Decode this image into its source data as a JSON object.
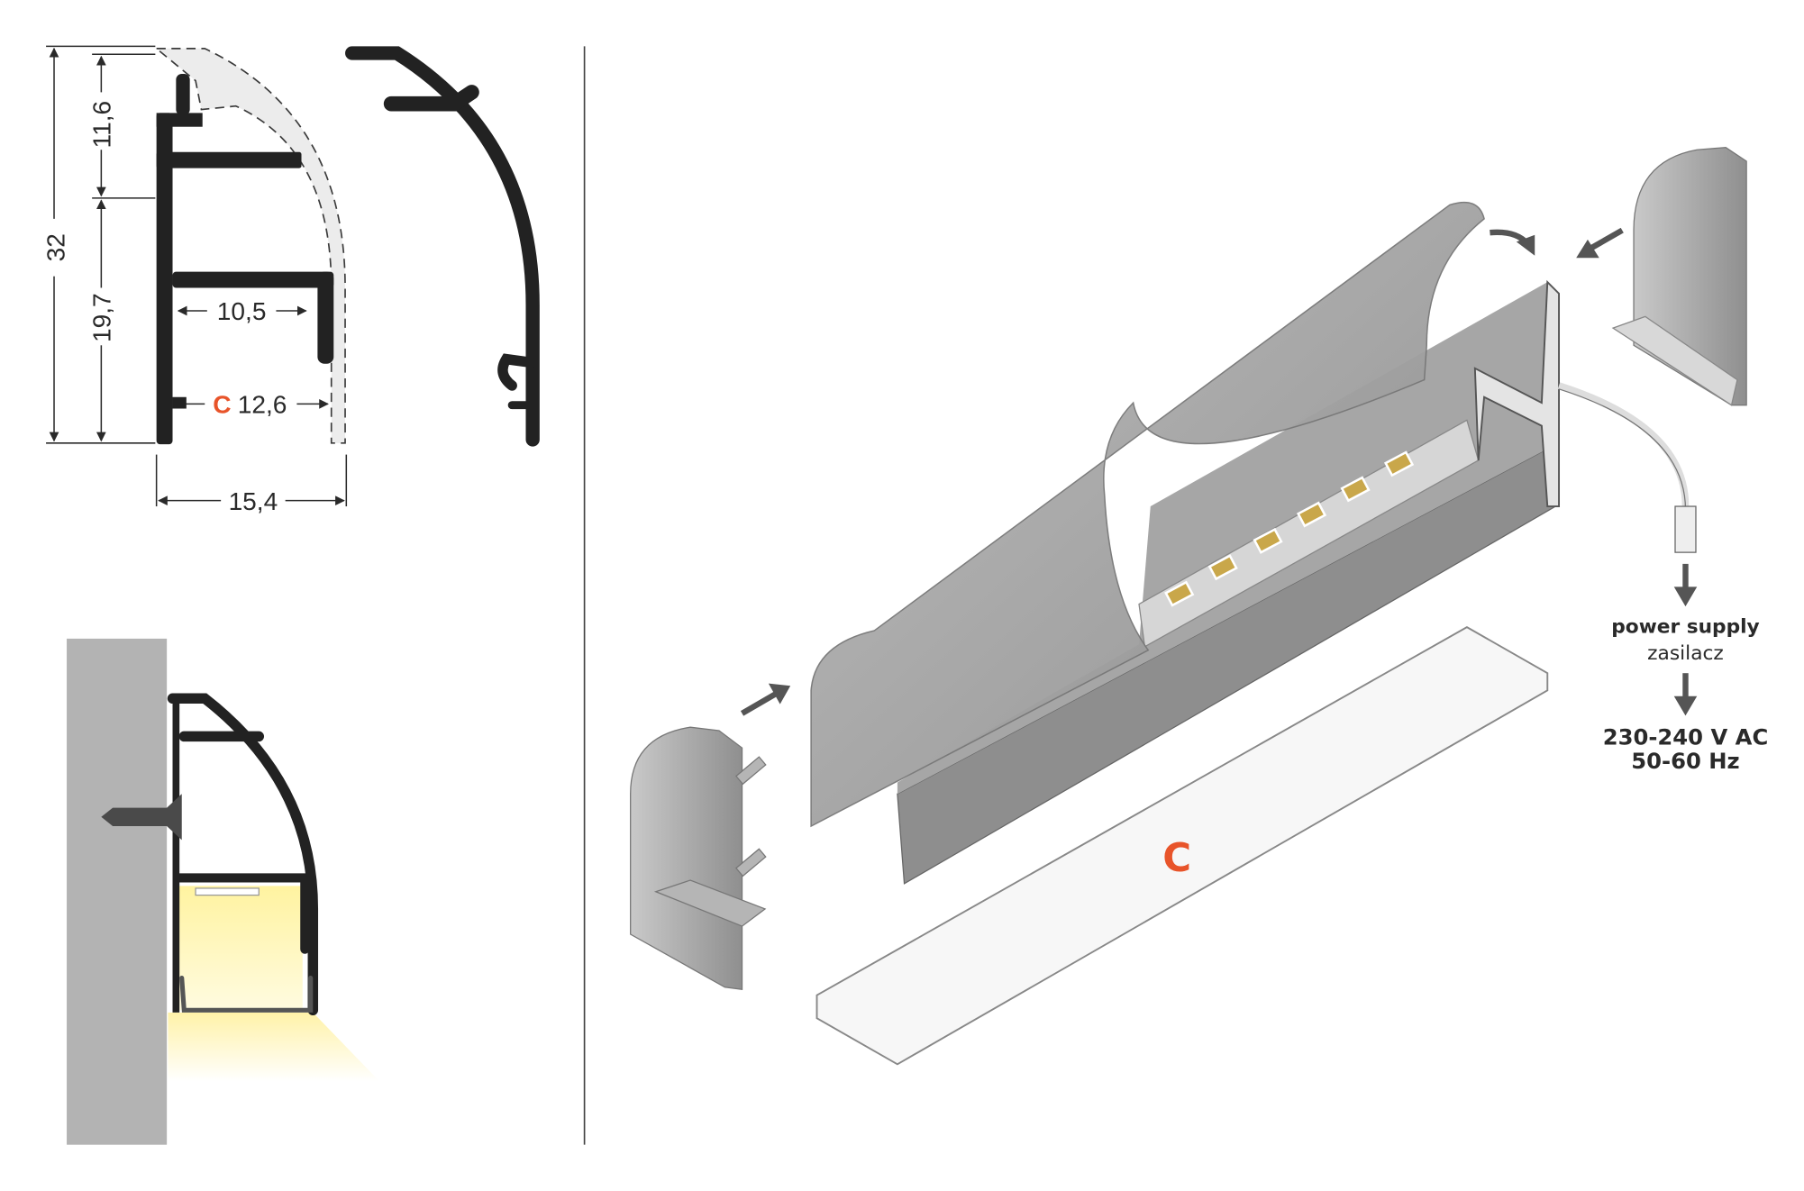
{
  "dimensions": {
    "height_total": "32",
    "height_upper": "11,6",
    "height_lower": "19,7",
    "inner_width": "10,5",
    "cover_code": "C",
    "cover_width": "12,6",
    "total_width": "15,4"
  },
  "exploded_view": {
    "diffuser_label": "C",
    "power_supply": "power supply",
    "power_supply_pl": "zasilacz",
    "voltage": "230-240 V AC",
    "frequency": "50-60 Hz"
  },
  "colors": {
    "accent": "#e8542a",
    "profile": "#222222",
    "arrow": "#555555",
    "wall": "#b3b3b3"
  }
}
